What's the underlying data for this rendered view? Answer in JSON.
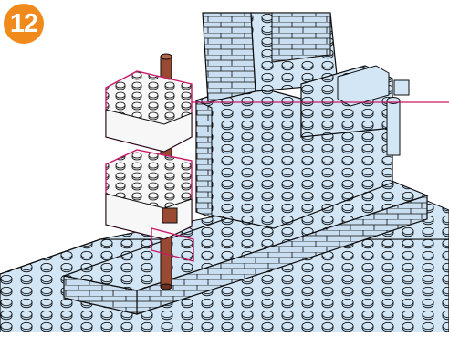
{
  "step": {
    "number": "12"
  },
  "colors": {
    "step_badge": "#f08a1c",
    "brick_fill": "#d3e6f5",
    "brick_shade": "#b7d1e8",
    "brick_outline": "#0d0d0d",
    "new_part_fill": "#f7f7f7",
    "callout_line": "#c8196b",
    "pin_fill": "#9a4a33",
    "pin_shade": "#6e2f1e"
  },
  "icons": {
    "step_badge": "orange-circle",
    "callout_line": "magenta-pointer-line"
  }
}
